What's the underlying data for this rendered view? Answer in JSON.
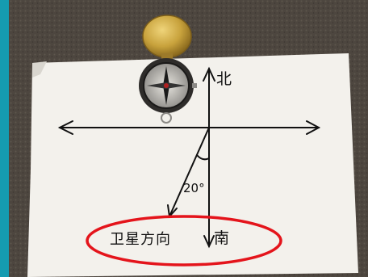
{
  "labels": {
    "north": "北",
    "south": "南",
    "satellite_direction": "卫星方向",
    "angle": "20°"
  },
  "colors": {
    "background": "#4d463f",
    "left_strip": "#159bb0",
    "paper": "#f3f1ec",
    "ink": "#111111",
    "highlight_ellipse": "#e4141b",
    "compass_lid": "#c8a23c"
  },
  "icons": {
    "compass": "compass-icon",
    "compass_lid": "compass-lid"
  }
}
